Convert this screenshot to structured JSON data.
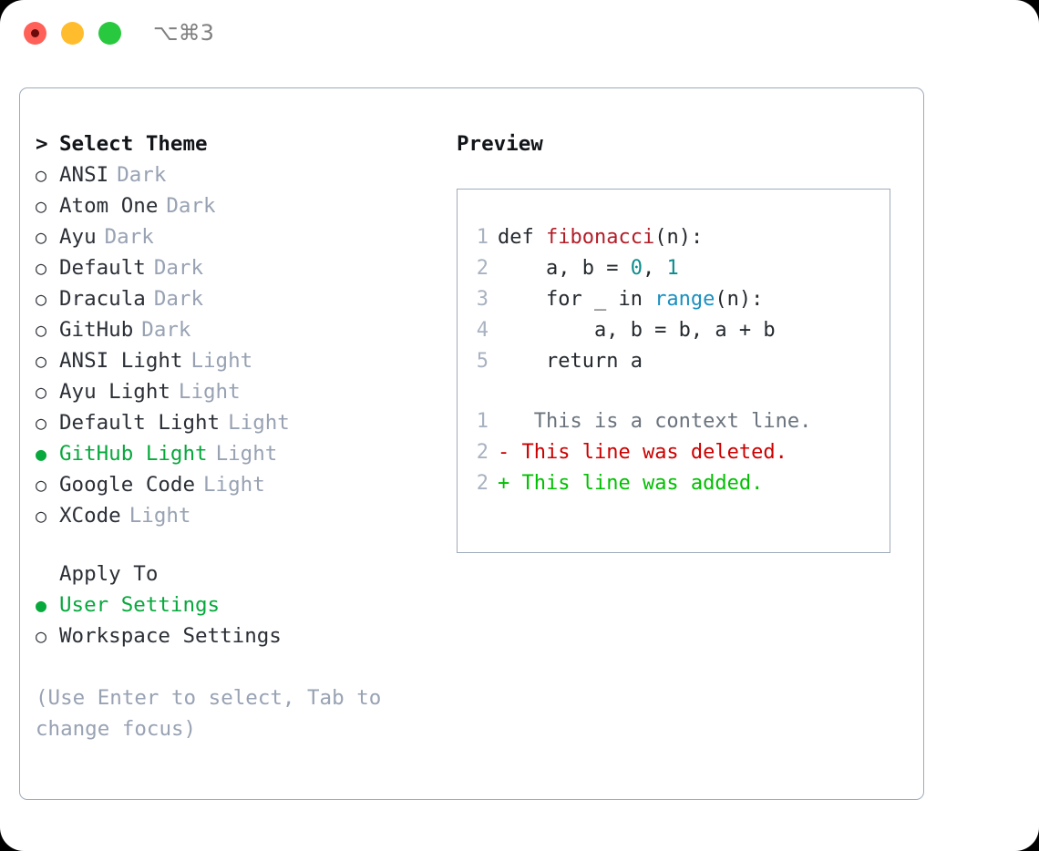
{
  "titlebar": {
    "shortcut": "⌥⌘3",
    "buttons": [
      {
        "name": "close",
        "color": "#ff6159"
      },
      {
        "name": "minimize",
        "color": "#ffbd2e"
      },
      {
        "name": "maximize",
        "color": "#28c93f"
      }
    ]
  },
  "theme_section": {
    "header_marker": ">",
    "header": "Select Theme",
    "items": [
      {
        "marker": "○",
        "name": "ANSI",
        "tag": "Dark",
        "selected": false
      },
      {
        "marker": "○",
        "name": "Atom One",
        "tag": "Dark",
        "selected": false
      },
      {
        "marker": "○",
        "name": "Ayu",
        "tag": "Dark",
        "selected": false
      },
      {
        "marker": "○",
        "name": "Default",
        "tag": "Dark",
        "selected": false
      },
      {
        "marker": "○",
        "name": "Dracula",
        "tag": "Dark",
        "selected": false
      },
      {
        "marker": "○",
        "name": "GitHub",
        "tag": "Dark",
        "selected": false
      },
      {
        "marker": "○",
        "name": "ANSI Light",
        "tag": "Light",
        "selected": false
      },
      {
        "marker": "○",
        "name": "Ayu Light",
        "tag": "Light",
        "selected": false
      },
      {
        "marker": "○",
        "name": "Default Light",
        "tag": "Light",
        "selected": false
      },
      {
        "marker": "●",
        "name": "GitHub Light",
        "tag": "Light",
        "selected": true
      },
      {
        "marker": "○",
        "name": "Google Code",
        "tag": "Light",
        "selected": false
      },
      {
        "marker": "○",
        "name": "XCode",
        "tag": "Light",
        "selected": false
      }
    ]
  },
  "apply_to_section": {
    "header": "Apply To",
    "items": [
      {
        "marker": "●",
        "name": "User Settings",
        "selected": true
      },
      {
        "marker": "○",
        "name": "Workspace Settings",
        "selected": false
      }
    ]
  },
  "hint": "(Use Enter to select, Tab to change focus)",
  "preview": {
    "title": "Preview",
    "code_lines": [
      {
        "no": "1",
        "segments": [
          {
            "text": "def ",
            "type": "plain"
          },
          {
            "text": "fibonacci",
            "type": "fn"
          },
          {
            "text": "(n):",
            "type": "plain"
          }
        ]
      },
      {
        "no": "2",
        "segments": [
          {
            "text": "    a, b = ",
            "type": "plain"
          },
          {
            "text": "0",
            "type": "num"
          },
          {
            "text": ", ",
            "type": "plain"
          },
          {
            "text": "1",
            "type": "num"
          }
        ]
      },
      {
        "no": "3",
        "segments": [
          {
            "text": "    for _ in ",
            "type": "plain"
          },
          {
            "text": "range",
            "type": "call"
          },
          {
            "text": "(n):",
            "type": "plain"
          }
        ]
      },
      {
        "no": "4",
        "segments": [
          {
            "text": "        a, b = b, a + b",
            "type": "plain"
          }
        ]
      },
      {
        "no": "5",
        "segments": [
          {
            "text": "    return a",
            "type": "plain"
          }
        ]
      }
    ],
    "diff_lines": [
      {
        "no": "1",
        "sign": " ",
        "text": "  This is a context line.",
        "kind": "ctx"
      },
      {
        "no": "2",
        "sign": "-",
        "text": " This line was deleted.",
        "kind": "del"
      },
      {
        "no": "2",
        "sign": "+",
        "text": " This line was added.",
        "kind": "add"
      }
    ]
  },
  "colors": {
    "accent_green": "#07a83c",
    "muted": "#98a2b3",
    "border": "#9eabbb",
    "diff_delete": "#cc0000",
    "diff_add": "#00c000",
    "token_function": "#b31d28",
    "token_number": "#0d8c8c",
    "token_call": "#1a8fc0"
  }
}
